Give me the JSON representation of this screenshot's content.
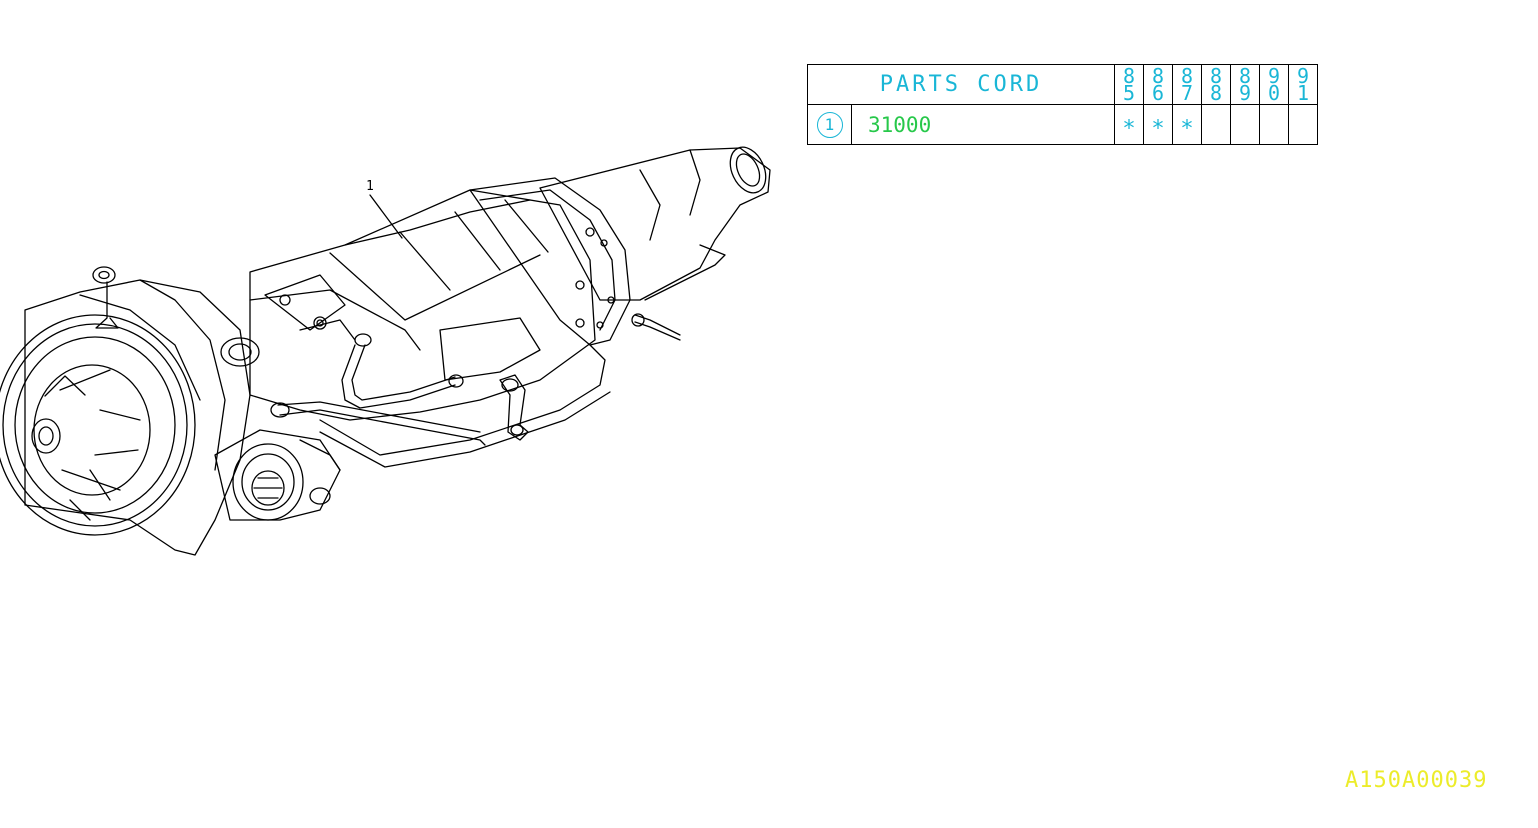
{
  "diagram": {
    "callout_label": "1",
    "drawing_code": "A150A00039",
    "icon": "transmission-assembly-illustration"
  },
  "parts_table": {
    "header": "PARTS CORD",
    "years": [
      {
        "top": "8",
        "bottom": "5"
      },
      {
        "top": "8",
        "bottom": "6"
      },
      {
        "top": "8",
        "bottom": "7"
      },
      {
        "top": "8",
        "bottom": "8"
      },
      {
        "top": "8",
        "bottom": "9"
      },
      {
        "top": "9",
        "bottom": "0"
      },
      {
        "top": "9",
        "bottom": "1"
      }
    ],
    "rows": [
      {
        "index": "1",
        "code": "31000",
        "marks": [
          "∗",
          "∗",
          "∗",
          "",
          "",
          "",
          ""
        ]
      }
    ]
  },
  "colors": {
    "table_text": "#19b6d6",
    "part_code": "#27c84a",
    "drawing_code": "#ecec2a",
    "line": "#000000"
  }
}
